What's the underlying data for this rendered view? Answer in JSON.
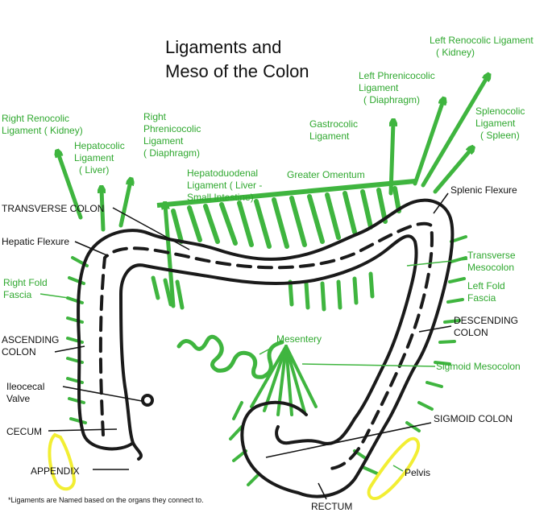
{
  "title": {
    "line1": "Ligaments and",
    "line2": "Meso of the Colon"
  },
  "colors": {
    "ligament": "#3fb53f",
    "colon": "#1a1a1a",
    "appendix": "#f2ee33"
  },
  "green_labels": {
    "right_renocolic": [
      "Right Renocolic",
      "Ligament  ( Kidney)"
    ],
    "hepatocolic": [
      "Hepatocolic",
      "Ligament",
      "( Liver)"
    ],
    "right_phrenicocolic": [
      "Right",
      "Phrenicocolic",
      "Ligament",
      "( Diaphragm)"
    ],
    "hepatoduodenal": [
      "Hepatoduodenal",
      "Ligament  ( Liver -",
      "Small Intestine)"
    ],
    "greater_omentum": "Greater Omentum",
    "gastrocolic": [
      "Gastrocolic",
      "Ligament"
    ],
    "left_phrenicocolic": [
      "Left Phrenicocolic",
      "Ligament",
      "( Diaphragm)"
    ],
    "left_renocolic": [
      "Left Renocolic Ligament",
      "( Kidney)"
    ],
    "splenocolic": [
      "Splenocolic",
      "Ligament",
      "( Spleen)"
    ],
    "transverse_mesocolon": [
      "Transverse",
      "Mesocolon"
    ],
    "left_fold": [
      "Left Fold",
      "Fascia"
    ],
    "right_fold": [
      "Right Fold",
      "Fascia"
    ],
    "mesentery": "Mesentery",
    "sigmoid_mesocolon": "Sigmoid Mesocolon",
    "pelvis": "Pelvis"
  },
  "black_labels": {
    "transverse_colon": "TRANSVERSE COLON",
    "splenic_flexure": "Splenic Flexure",
    "hepatic_flexure": "Hepatic Flexure",
    "ascending_colon": [
      "ASCENDING",
      "COLON"
    ],
    "descending_colon": [
      "DESCENDING",
      "COLON"
    ],
    "ileocecal_valve": [
      "Ileocecal",
      "Valve"
    ],
    "cecum": "CECUM",
    "sigmoid_colon": "SIGMOID COLON",
    "appendix": "APPENDIX",
    "rectum": "RECTUM"
  },
  "footnote": "*Ligaments are Named based on the organs they connect to."
}
